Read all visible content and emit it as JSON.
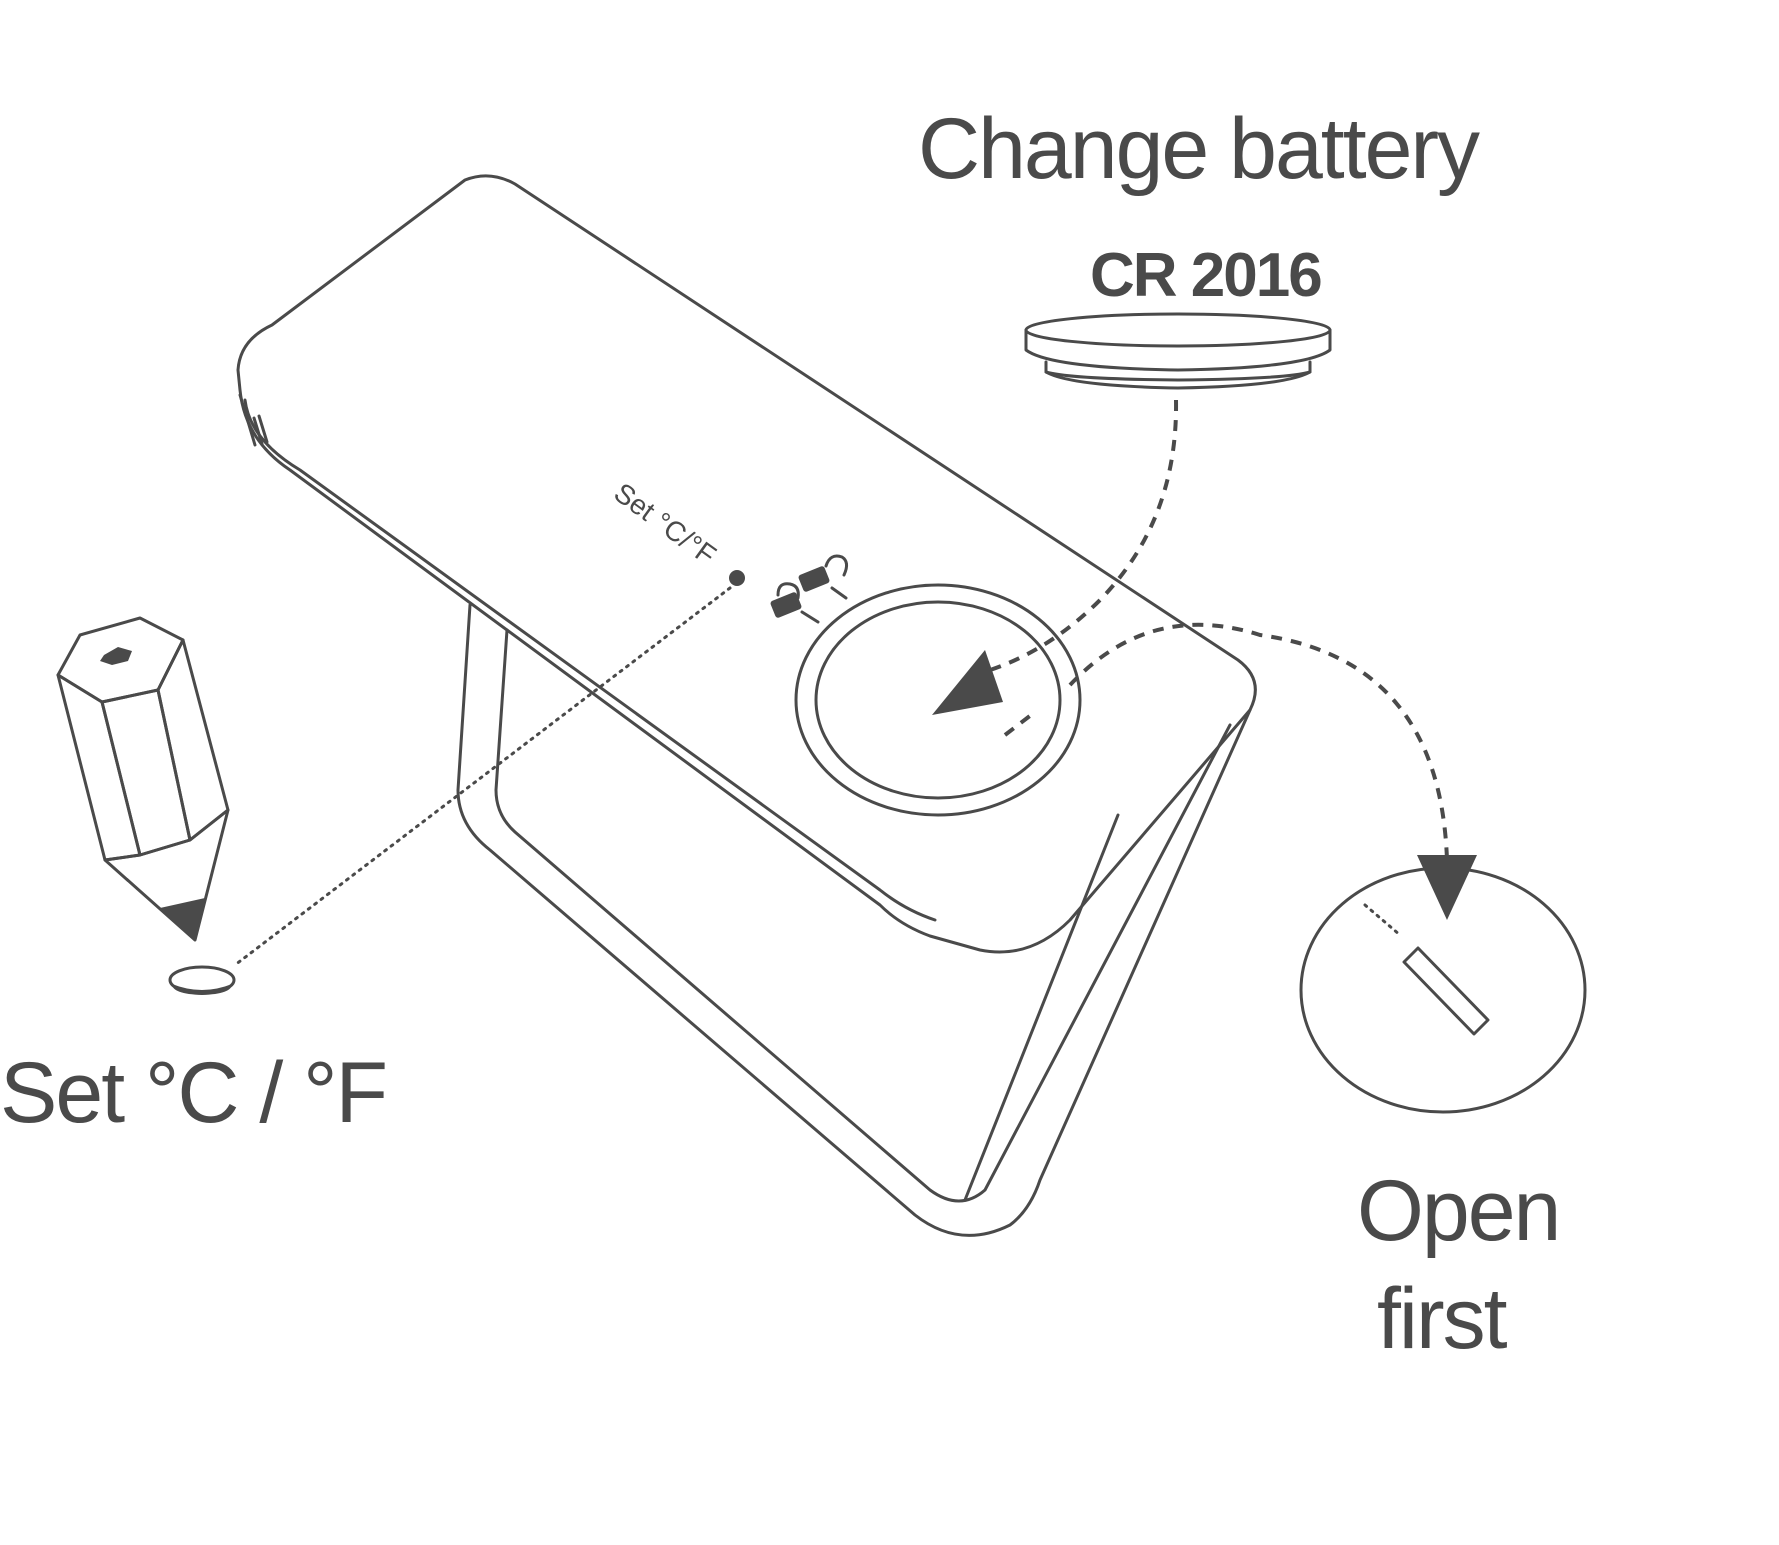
{
  "labels": {
    "change_battery": "Change battery",
    "battery_type": "CR 2016",
    "set_unit_large": "Set °C / °F",
    "set_unit_small": "Set °C/°F",
    "open_line1": "Open",
    "open_line2": "first"
  },
  "icons": [
    "pencil-icon",
    "lock-closed-icon",
    "lock-open-icon",
    "coin-battery-icon",
    "arrow-icon"
  ],
  "colors": {
    "ink": "#4a4a4a",
    "background": "#ffffff"
  }
}
